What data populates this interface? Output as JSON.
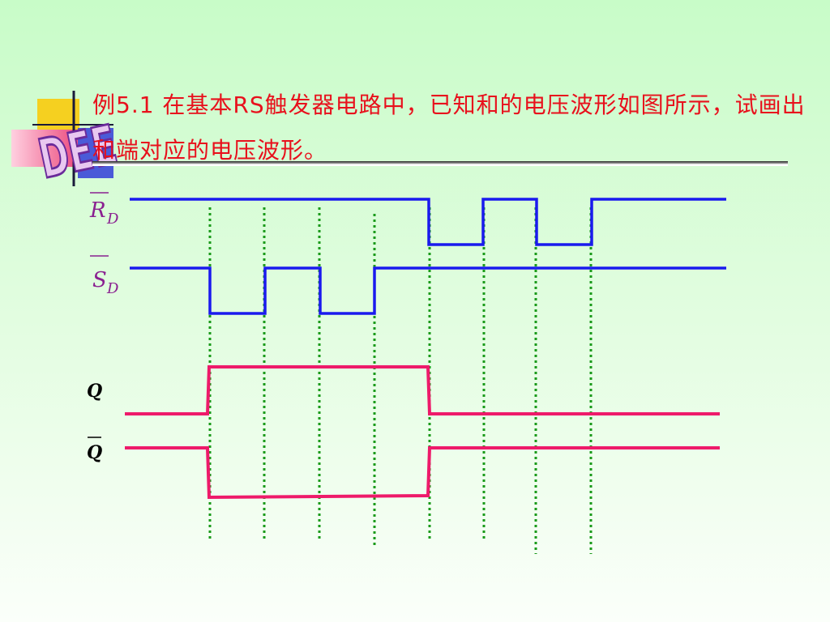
{
  "slide": {
    "title": "例5.1   在基本RS触发器电路中，已知和的电压波形如图所示，试画出和端对应的电压波形。",
    "logo_text": "DEE"
  },
  "signals": [
    {
      "name": "RD",
      "main": "R",
      "sub": "D",
      "overbar": true,
      "color": "#1a1aee",
      "label_color": "#8a2090"
    },
    {
      "name": "SD",
      "main": "S",
      "sub": "D",
      "overbar": true,
      "color": "#1a1aee",
      "label_color": "#8a2090"
    },
    {
      "name": "Q",
      "main": "Q",
      "sub": "",
      "overbar": false,
      "color": "#ee1a6a",
      "label_color": "#000000"
    },
    {
      "name": "Qbar",
      "main": "Q",
      "sub": "",
      "overbar": true,
      "color": "#ee1a6a",
      "label_color": "#000000"
    }
  ],
  "colors": {
    "guide_lines": "#1a9a1a",
    "input_waves": "#1a1aee",
    "output_waves": "#ee1a6a",
    "title": "#e8101c"
  }
}
